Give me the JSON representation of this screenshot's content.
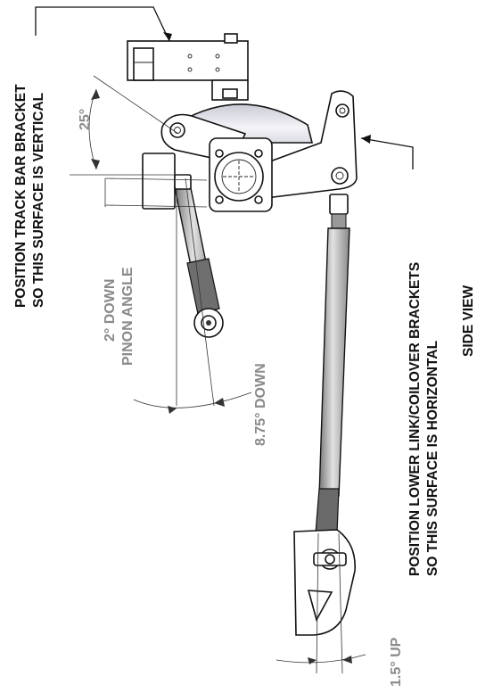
{
  "labels": {
    "track_bar_line1": "POSITION TRACK BAR BRACKET",
    "track_bar_line2": "SO THIS SURFACE IS VERTICAL",
    "lower_link_line1": "POSITION LOWER LINK/COILOVER BRACKETS",
    "lower_link_line2": "SO THIS SURFACE IS HORIZONTAL",
    "view_title": "SIDE VIEW",
    "angle_25": "25°",
    "pinion_line1": "2° DOWN",
    "pinion_line2": "PINON ANGLE",
    "down_875": "8.75° DOWN",
    "up_15": "1.5° UP"
  },
  "colors": {
    "ink": "#111111",
    "dimension_text": "#8a8a8a",
    "housing_fill": "#e8e8ee",
    "tube_fill": "#c8c8c8"
  }
}
